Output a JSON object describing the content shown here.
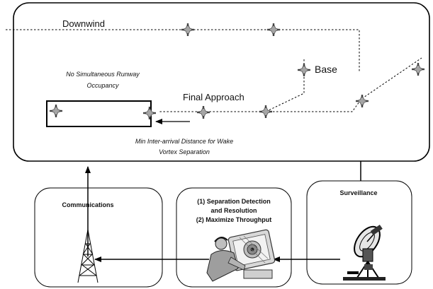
{
  "airspace": {
    "downwind_label": "Downwind",
    "base_label": "Base",
    "final_approach_label": "Final Approach",
    "runway_note_line1": "No Simultaneous Runway",
    "runway_note_line2": "Occupancy",
    "separation_note_line1": "Min Inter-arrival Distance for Wake",
    "separation_note_line2": "Vortex Separation"
  },
  "boxes": {
    "communications_label": "Communications",
    "controller_line1": "(1) Separation Detection",
    "controller_line2": "and Resolution",
    "controller_line3": "(2) Maximize Throughput",
    "surveillance_label": "Surveillance"
  },
  "icons": {
    "aircraft": "aircraft-icon",
    "radio_tower": "radio-tower-icon",
    "controller": "air-traffic-controller-icon",
    "radar": "radar-dish-icon"
  },
  "colors": {
    "line": "#000000",
    "aircraft_fill": "#9a9a9a"
  }
}
